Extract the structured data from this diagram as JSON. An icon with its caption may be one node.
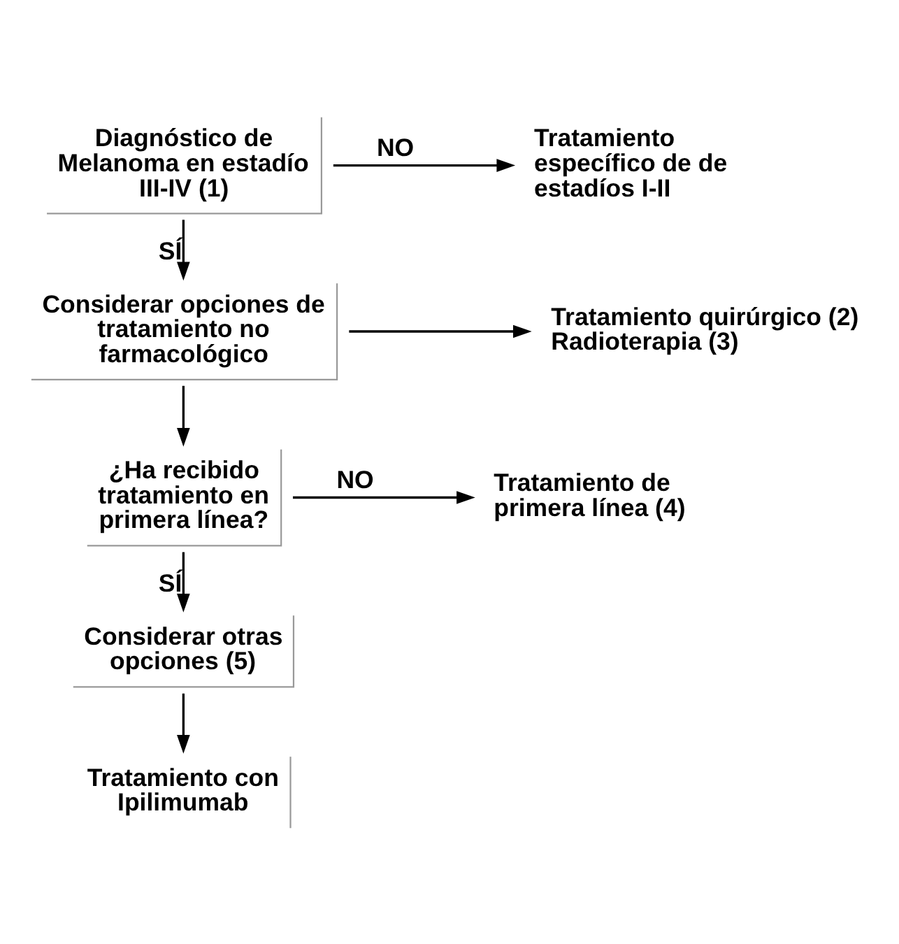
{
  "diagram": {
    "nodes": [
      {
        "text": [
          "Diagnóstico de Melanoma en estadío III-IV (1)"
        ]
      },
      {
        "text": [
          "Tratamiento específico de de estadíos I-II"
        ]
      },
      {
        "text": [
          "Considerar opciones de tratamiento no farmacológico"
        ]
      },
      {
        "text": [
          "Tratamiento quirúrgico (2)",
          "Radioterapia (3)"
        ]
      },
      {
        "text": [
          "¿Ha recibido tratamiento en primera línea?"
        ]
      },
      {
        "text": [
          "Tratamiento de primera línea (4)"
        ]
      },
      {
        "text": [
          "Considerar otras opciones (5)"
        ]
      },
      {
        "text": [
          "Tratamiento con Ipilimumab"
        ]
      }
    ],
    "edges": [
      {
        "from": 0,
        "to": 1,
        "arrow": "to",
        "label": "NO"
      },
      {
        "from": 0,
        "to": 2,
        "arrow": "to",
        "label": "SÍ"
      },
      {
        "from": 2,
        "to": 3,
        "arrow": "to"
      },
      {
        "from": 2,
        "to": 4,
        "arrow": "to"
      },
      {
        "from": 4,
        "to": 5,
        "arrow": "to",
        "label": "NO"
      },
      {
        "from": 4,
        "to": 6,
        "arrow": "to",
        "label": "SÍ"
      },
      {
        "from": 6,
        "to": 7,
        "arrow": "to"
      }
    ]
  }
}
